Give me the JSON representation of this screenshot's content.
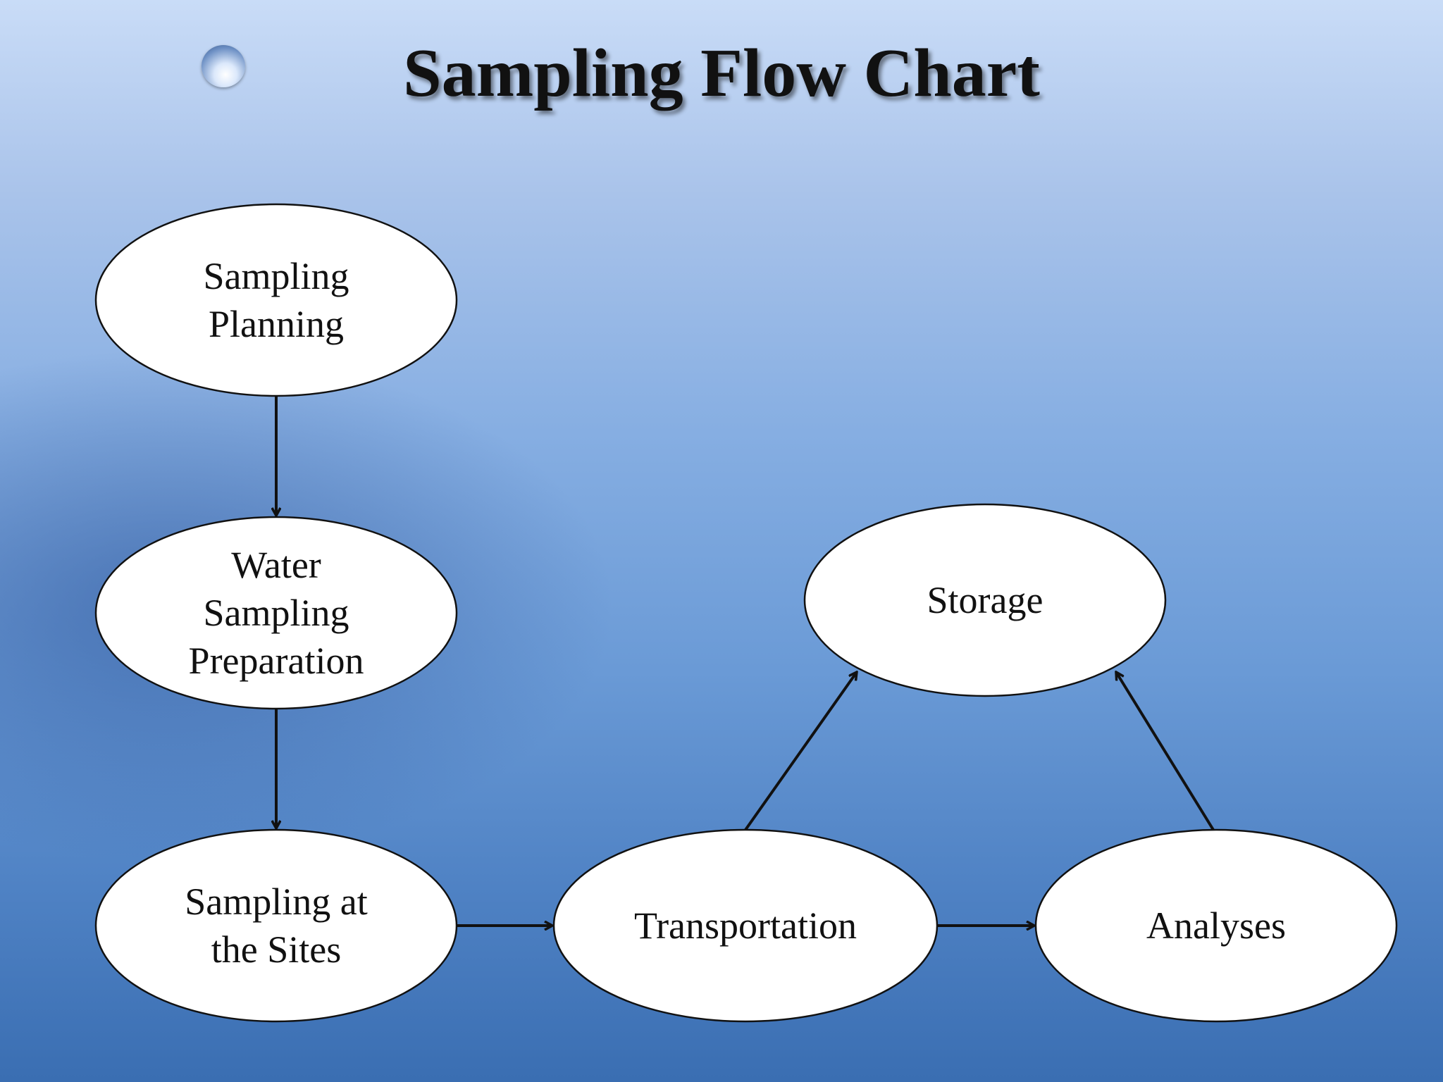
{
  "slide": {
    "title": "Sampling Flow Chart"
  },
  "diagram": {
    "nodes": [
      {
        "id": "planning",
        "label": "Sampling\nPlanning"
      },
      {
        "id": "preparation",
        "label": "Water\nSampling\nPreparation"
      },
      {
        "id": "sites",
        "label": "Sampling at\nthe Sites"
      },
      {
        "id": "transportation",
        "label": "Transportation"
      },
      {
        "id": "analyses",
        "label": "Analyses"
      },
      {
        "id": "storage",
        "label": "Storage"
      }
    ],
    "edges": [
      {
        "from": "planning",
        "to": "preparation"
      },
      {
        "from": "preparation",
        "to": "sites"
      },
      {
        "from": "sites",
        "to": "transportation"
      },
      {
        "from": "transportation",
        "to": "analyses"
      },
      {
        "from": "transportation",
        "to": "storage"
      },
      {
        "from": "analyses",
        "to": "storage"
      }
    ]
  },
  "colors": {
    "node_fill": "#ffffff",
    "node_stroke": "#111111",
    "arrow": "#111111"
  }
}
